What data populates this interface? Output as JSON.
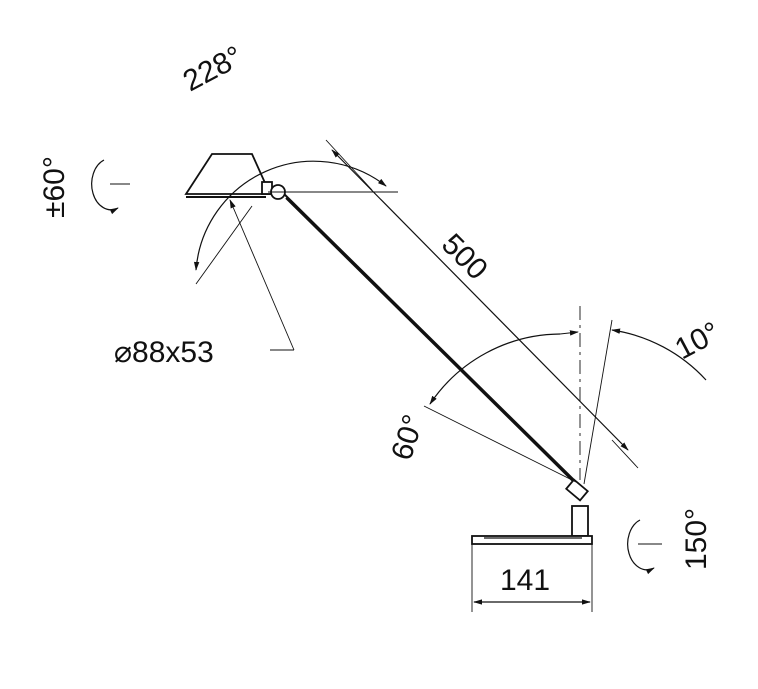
{
  "labels": {
    "shade_rotation": "228°",
    "head_swivel": "±60°",
    "arm_length": "500",
    "shade_size": "⌀88x53",
    "forward_tilt": "10°",
    "back_tilt": "60°",
    "base_swivel": "150°",
    "base_width": "141"
  },
  "colors": {
    "line": "#111111",
    "background": "#ffffff"
  }
}
